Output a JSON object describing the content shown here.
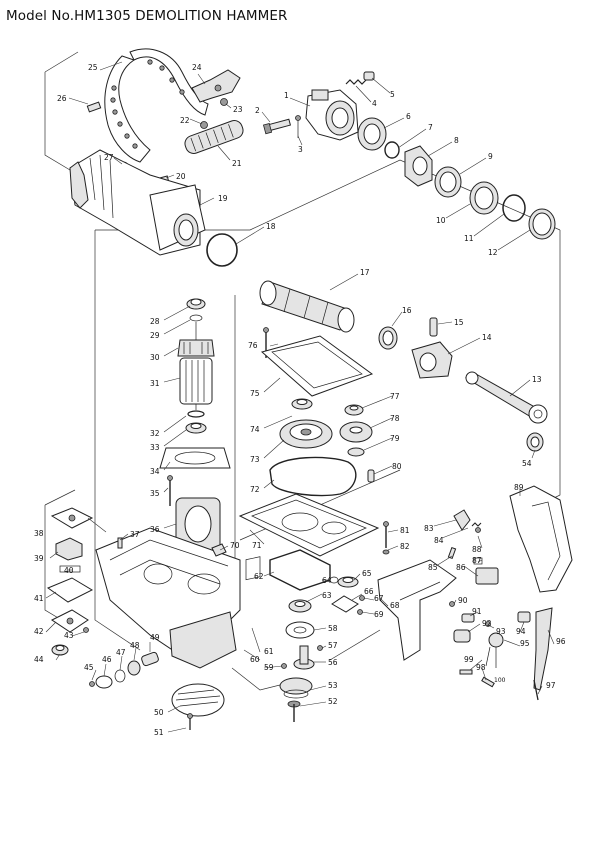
{
  "header": {
    "title": "Model No.HM1305 DEMOLITION HAMMER"
  },
  "callouts": [
    {
      "id": "25",
      "label": "25"
    },
    {
      "id": "24",
      "label": "24"
    },
    {
      "id": "26",
      "label": "26"
    },
    {
      "id": "23",
      "label": "23"
    },
    {
      "id": "22",
      "label": "22"
    },
    {
      "id": "21",
      "label": "21"
    },
    {
      "id": "27",
      "label": "27"
    },
    {
      "id": "20",
      "label": "20"
    },
    {
      "id": "19",
      "label": "19"
    },
    {
      "id": "18",
      "label": "18"
    },
    {
      "id": "1",
      "label": "1"
    },
    {
      "id": "2",
      "label": "2"
    },
    {
      "id": "3",
      "label": "3"
    },
    {
      "id": "4",
      "label": "4"
    },
    {
      "id": "5",
      "label": "5"
    },
    {
      "id": "6",
      "label": "6"
    },
    {
      "id": "7",
      "label": "7"
    },
    {
      "id": "8",
      "label": "8"
    },
    {
      "id": "9",
      "label": "9"
    },
    {
      "id": "10",
      "label": "10"
    },
    {
      "id": "11",
      "label": "11"
    },
    {
      "id": "12",
      "label": "12"
    },
    {
      "id": "17",
      "label": "17"
    },
    {
      "id": "16",
      "label": "16"
    },
    {
      "id": "15",
      "label": "15"
    },
    {
      "id": "14",
      "label": "14"
    },
    {
      "id": "13",
      "label": "13"
    },
    {
      "id": "28",
      "label": "28"
    },
    {
      "id": "29",
      "label": "29"
    },
    {
      "id": "76",
      "label": "76"
    },
    {
      "id": "30",
      "label": "30"
    },
    {
      "id": "31",
      "label": "31"
    },
    {
      "id": "75",
      "label": "75"
    },
    {
      "id": "77",
      "label": "77"
    },
    {
      "id": "78",
      "label": "78"
    },
    {
      "id": "79",
      "label": "79"
    },
    {
      "id": "74",
      "label": "74"
    },
    {
      "id": "32",
      "label": "32"
    },
    {
      "id": "33",
      "label": "33"
    },
    {
      "id": "73",
      "label": "73"
    },
    {
      "id": "54",
      "label": "54"
    },
    {
      "id": "80",
      "label": "80"
    },
    {
      "id": "34",
      "label": "34"
    },
    {
      "id": "72",
      "label": "72"
    },
    {
      "id": "35",
      "label": "35"
    },
    {
      "id": "89",
      "label": "89"
    },
    {
      "id": "36",
      "label": "36"
    },
    {
      "id": "38",
      "label": "38"
    },
    {
      "id": "37",
      "label": "37"
    },
    {
      "id": "81",
      "label": "81"
    },
    {
      "id": "83",
      "label": "83"
    },
    {
      "id": "84",
      "label": "84"
    },
    {
      "id": "82",
      "label": "82"
    },
    {
      "id": "71",
      "label": "71"
    },
    {
      "id": "70",
      "label": "70"
    },
    {
      "id": "88",
      "label": "88"
    },
    {
      "id": "39",
      "label": "39"
    },
    {
      "id": "87",
      "label": "87"
    },
    {
      "id": "40",
      "label": "40"
    },
    {
      "id": "85",
      "label": "85"
    },
    {
      "id": "86",
      "label": "86"
    },
    {
      "id": "62",
      "label": "62"
    },
    {
      "id": "64",
      "label": "64"
    },
    {
      "id": "65",
      "label": "65"
    },
    {
      "id": "41",
      "label": "41"
    },
    {
      "id": "63",
      "label": "63"
    },
    {
      "id": "66",
      "label": "66"
    },
    {
      "id": "67",
      "label": "67"
    },
    {
      "id": "68",
      "label": "68"
    },
    {
      "id": "90",
      "label": "90"
    },
    {
      "id": "69",
      "label": "69"
    },
    {
      "id": "91",
      "label": "91"
    },
    {
      "id": "42",
      "label": "42"
    },
    {
      "id": "43",
      "label": "43"
    },
    {
      "id": "92",
      "label": "92"
    },
    {
      "id": "93",
      "label": "93"
    },
    {
      "id": "94",
      "label": "94"
    },
    {
      "id": "58",
      "label": "58"
    },
    {
      "id": "96",
      "label": "96"
    },
    {
      "id": "61",
      "label": "61"
    },
    {
      "id": "49",
      "label": "49"
    },
    {
      "id": "57",
      "label": "57"
    },
    {
      "id": "48",
      "label": "48"
    },
    {
      "id": "95",
      "label": "95"
    },
    {
      "id": "44",
      "label": "44"
    },
    {
      "id": "46",
      "label": "46"
    },
    {
      "id": "47",
      "label": "47"
    },
    {
      "id": "59",
      "label": "59"
    },
    {
      "id": "60",
      "label": "60"
    },
    {
      "id": "56",
      "label": "56"
    },
    {
      "id": "99",
      "label": "99"
    },
    {
      "id": "98",
      "label": "98"
    },
    {
      "id": "45",
      "label": "45"
    },
    {
      "id": "53",
      "label": "53"
    },
    {
      "id": "97",
      "label": "97"
    },
    {
      "id": "50",
      "label": "50"
    },
    {
      "id": "52",
      "label": "52"
    },
    {
      "id": "51",
      "label": "51"
    },
    {
      "id": "100",
      "label": "100"
    }
  ]
}
